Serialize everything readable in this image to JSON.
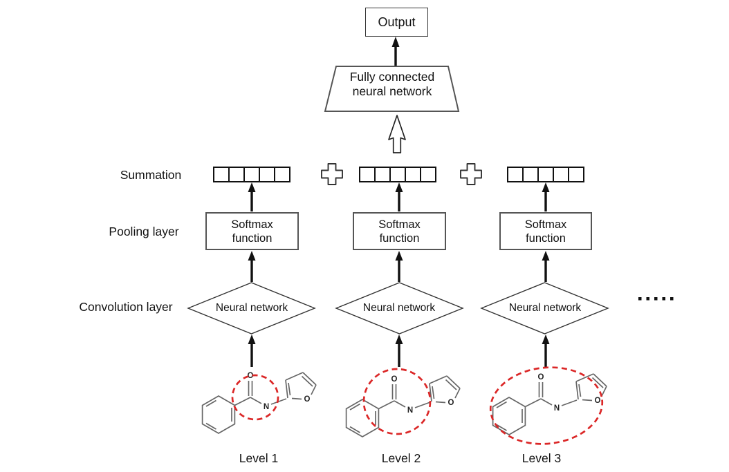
{
  "figure": {
    "output": "Output",
    "fully_connected": {
      "line1": "Fully connected",
      "line2": "neural network"
    },
    "rows": {
      "summation": "Summation",
      "pooling": "Pooling layer",
      "convolution": "Convolution layer"
    },
    "softmax": {
      "line1": "Softmax",
      "line2": "function"
    },
    "neural_network": "Neural network",
    "levels": [
      "Level 1",
      "Level 2",
      "Level 3"
    ],
    "atoms": {
      "carbonyl_oxygen": "O",
      "amide_nitrogen": "N",
      "furan_oxygen": "O"
    },
    "vector_cells_per_level": 5,
    "ellipsis_dot_count": 5,
    "colors": {
      "highlight_red": "#db2727",
      "ink": "#111111",
      "molecule_gray": "#666666",
      "box_border_gray": "#555555"
    }
  }
}
